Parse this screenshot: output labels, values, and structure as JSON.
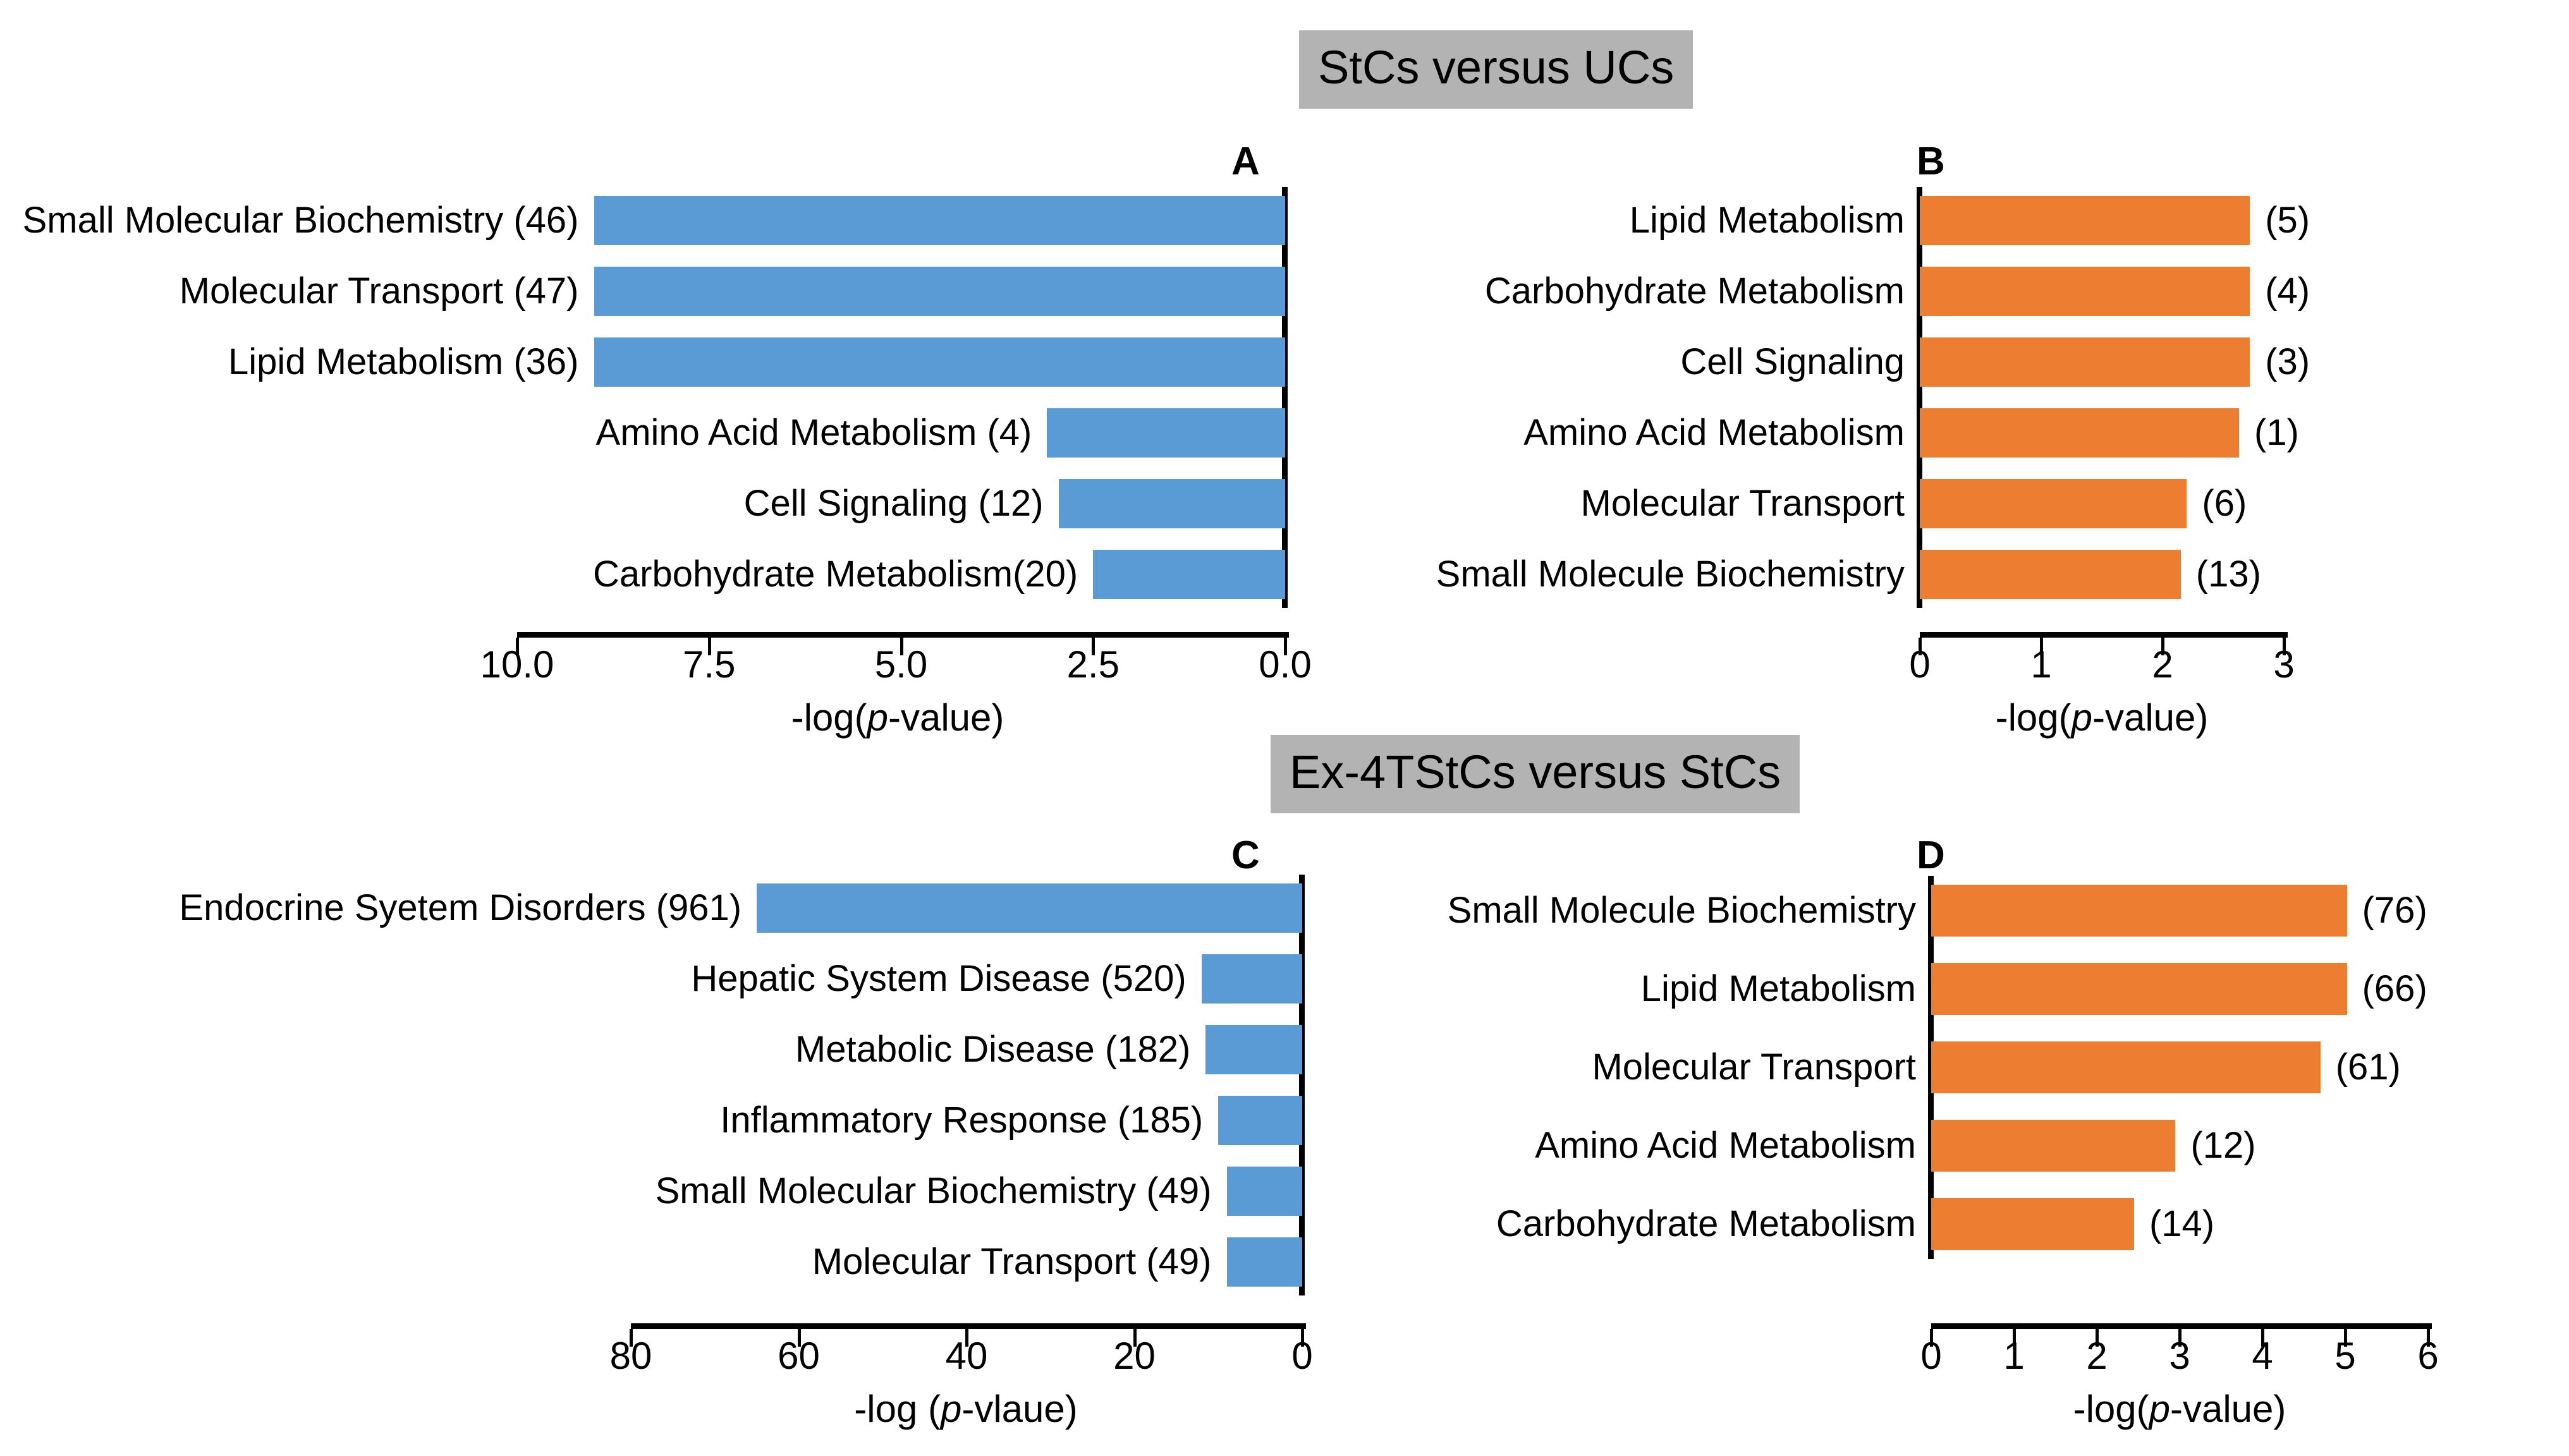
{
  "figure": {
    "background": "#ffffff",
    "blue": "#5b9bd5",
    "orange": "#ed7d31",
    "banner_bg": "#b3b3b3"
  },
  "banners": {
    "top": "StCs versus UCs",
    "bottom": "Ex-4TStCs versus StCs"
  },
  "panel_letters": {
    "a": "A",
    "b": "B",
    "c": "C",
    "d": "D"
  },
  "chart_data": [
    {
      "id": "A",
      "type": "bar",
      "orientation": "horizontal",
      "direction": "right-to-left",
      "color": "#5b9bd5",
      "title": "StCs versus UCs",
      "xlabel": "-log(p-value)",
      "ylabel": "",
      "xlim": [
        0,
        10
      ],
      "reversed_axis": true,
      "grid": false,
      "legend": "none",
      "tick_labels": [
        "10.0",
        "7.5",
        "5.0",
        "2.5",
        "0.0"
      ],
      "ticks": [
        10.0,
        7.5,
        5.0,
        2.5,
        0.0
      ],
      "categories": [
        "Small Molecular Biochemistry (46)",
        "Molecular Transport (47)",
        "Lipid Metabolism (36)",
        "Amino Acid Metabolism (4)",
        "Cell Signaling (12)",
        "Carbohydrate Metabolism(20)"
      ],
      "values": [
        9.0,
        9.0,
        9.0,
        3.1,
        2.95,
        2.5
      ],
      "value_labels": [
        "",
        "",
        "",
        "",
        "",
        ""
      ],
      "gene_counts": [
        46,
        47,
        36,
        4,
        12,
        20
      ]
    },
    {
      "id": "B",
      "type": "bar",
      "orientation": "horizontal",
      "direction": "left-to-right",
      "color": "#ed7d31",
      "title": "StCs versus UCs",
      "xlabel": "-log(p-value)",
      "ylabel": "",
      "xlim": [
        0,
        3
      ],
      "reversed_axis": false,
      "grid": false,
      "legend": "none",
      "tick_labels": [
        "0",
        "1",
        "2",
        "3"
      ],
      "ticks": [
        0,
        1,
        2,
        3
      ],
      "categories": [
        "Lipid Metabolism",
        "Carbohydrate Metabolism",
        "Cell Signaling",
        "Amino Acid Metabolism",
        "Molecular Transport",
        "Small Molecule Biochemistry"
      ],
      "values": [
        2.72,
        2.72,
        2.72,
        2.63,
        2.2,
        2.15
      ],
      "value_labels": [
        "(5)",
        "(4)",
        "(3)",
        "(1)",
        "(6)",
        "(13)"
      ],
      "gene_counts": [
        5,
        4,
        3,
        1,
        6,
        13
      ]
    },
    {
      "id": "C",
      "type": "bar",
      "orientation": "horizontal",
      "direction": "right-to-left",
      "color": "#5b9bd5",
      "title": "Ex-4TStCs versus StCs",
      "xlabel": "-log (p-vlaue)",
      "ylabel": "",
      "xlim": [
        0,
        80
      ],
      "reversed_axis": true,
      "grid": false,
      "legend": "none",
      "tick_labels": [
        "80",
        "60",
        "40",
        "20",
        "0"
      ],
      "ticks": [
        80,
        60,
        40,
        20,
        0
      ],
      "categories": [
        "Endocrine Syetem Disorders (961)",
        "Hepatic System Disease (520)",
        "Metabolic Disease (182)",
        "Inflammatory Response (185)",
        "Small Molecular Biochemistry (49)",
        "Molecular Transport (49)"
      ],
      "values": [
        65,
        12,
        11.5,
        10,
        9,
        9
      ],
      "value_labels": [
        "",
        "",
        "",
        "",
        "",
        ""
      ],
      "gene_counts": [
        961,
        520,
        182,
        185,
        49,
        49
      ]
    },
    {
      "id": "D",
      "type": "bar",
      "orientation": "horizontal",
      "direction": "left-to-right",
      "color": "#ed7d31",
      "title": "Ex-4TStCs versus StCs",
      "xlabel": "-log(p-value)",
      "ylabel": "",
      "xlim": [
        0,
        6
      ],
      "reversed_axis": false,
      "grid": false,
      "legend": "none",
      "tick_labels": [
        "0",
        "1",
        "2",
        "3",
        "4",
        "5",
        "6"
      ],
      "ticks": [
        0,
        1,
        2,
        3,
        4,
        5,
        6
      ],
      "categories": [
        "Small Molecule Biochemistry",
        "Lipid Metabolism",
        "Molecular Transport",
        "Amino Acid Metabolism",
        "Carbohydrate Metabolism"
      ],
      "values": [
        5.02,
        5.02,
        4.7,
        2.95,
        2.45
      ],
      "value_labels": [
        "(76)",
        "(66)",
        "(61)",
        "(12)",
        "(14)"
      ],
      "gene_counts": [
        76,
        66,
        61,
        12,
        14
      ]
    }
  ],
  "panel_a": {
    "letter": "A",
    "axis_title_prefix": "-log(",
    "axis_title_italic": "p",
    "axis_title_suffix": "-value)",
    "ticks": [
      "10.0",
      "7.5",
      "5.0",
      "2.5",
      "0.0"
    ],
    "bars": [
      {
        "label": "Small Molecular Biochemistry (46)",
        "value": 9.0,
        "value_label": ""
      },
      {
        "label": "Molecular Transport (47)",
        "value": 9.0,
        "value_label": ""
      },
      {
        "label": "Lipid Metabolism (36)",
        "value": 9.0,
        "value_label": ""
      },
      {
        "label": "Amino Acid Metabolism (4)",
        "value": 3.1,
        "value_label": ""
      },
      {
        "label": "Cell Signaling (12)",
        "value": 2.95,
        "value_label": ""
      },
      {
        "label": "Carbohydrate Metabolism(20)",
        "value": 2.5,
        "value_label": ""
      }
    ]
  },
  "panel_b": {
    "letter": "B",
    "axis_title_prefix": "-log(",
    "axis_title_italic": "p",
    "axis_title_suffix": "-value)",
    "ticks": [
      "0",
      "1",
      "2",
      "3"
    ],
    "bars": [
      {
        "label": "Lipid Metabolism",
        "value": 2.72,
        "value_label": "(5)"
      },
      {
        "label": "Carbohydrate Metabolism",
        "value": 2.72,
        "value_label": "(4)"
      },
      {
        "label": "Cell Signaling",
        "value": 2.72,
        "value_label": "(3)"
      },
      {
        "label": "Amino Acid Metabolism",
        "value": 2.63,
        "value_label": "(1)"
      },
      {
        "label": "Molecular Transport",
        "value": 2.2,
        "value_label": "(6)"
      },
      {
        "label": "Small Molecule Biochemistry",
        "value": 2.15,
        "value_label": "(13)"
      }
    ]
  },
  "panel_c": {
    "letter": "C",
    "axis_title_prefix": "-log (",
    "axis_title_italic": "p",
    "axis_title_suffix": "-vlaue)",
    "ticks": [
      "80",
      "60",
      "40",
      "20",
      "0"
    ],
    "bars": [
      {
        "label": "Endocrine Syetem Disorders (961)",
        "value": 65,
        "value_label": ""
      },
      {
        "label": "Hepatic System Disease (520)",
        "value": 12,
        "value_label": ""
      },
      {
        "label": "Metabolic Disease (182)",
        "value": 11.5,
        "value_label": ""
      },
      {
        "label": "Inflammatory Response (185)",
        "value": 10,
        "value_label": ""
      },
      {
        "label": "Small Molecular Biochemistry (49)",
        "value": 9,
        "value_label": ""
      },
      {
        "label": "Molecular Transport (49)",
        "value": 9,
        "value_label": ""
      }
    ]
  },
  "panel_d": {
    "letter": "D",
    "axis_title_prefix": "-log(",
    "axis_title_italic": "p",
    "axis_title_suffix": "-value)",
    "ticks": [
      "0",
      "1",
      "2",
      "3",
      "4",
      "5",
      "6"
    ],
    "bars": [
      {
        "label": "Small Molecule Biochemistry",
        "value": 5.02,
        "value_label": "(76)"
      },
      {
        "label": "Lipid Metabolism",
        "value": 5.02,
        "value_label": "(66)"
      },
      {
        "label": "Molecular Transport",
        "value": 4.7,
        "value_label": "(61)"
      },
      {
        "label": "Amino Acid Metabolism",
        "value": 2.95,
        "value_label": "(12)"
      },
      {
        "label": "Carbohydrate Metabolism",
        "value": 2.45,
        "value_label": "(14)"
      }
    ]
  }
}
